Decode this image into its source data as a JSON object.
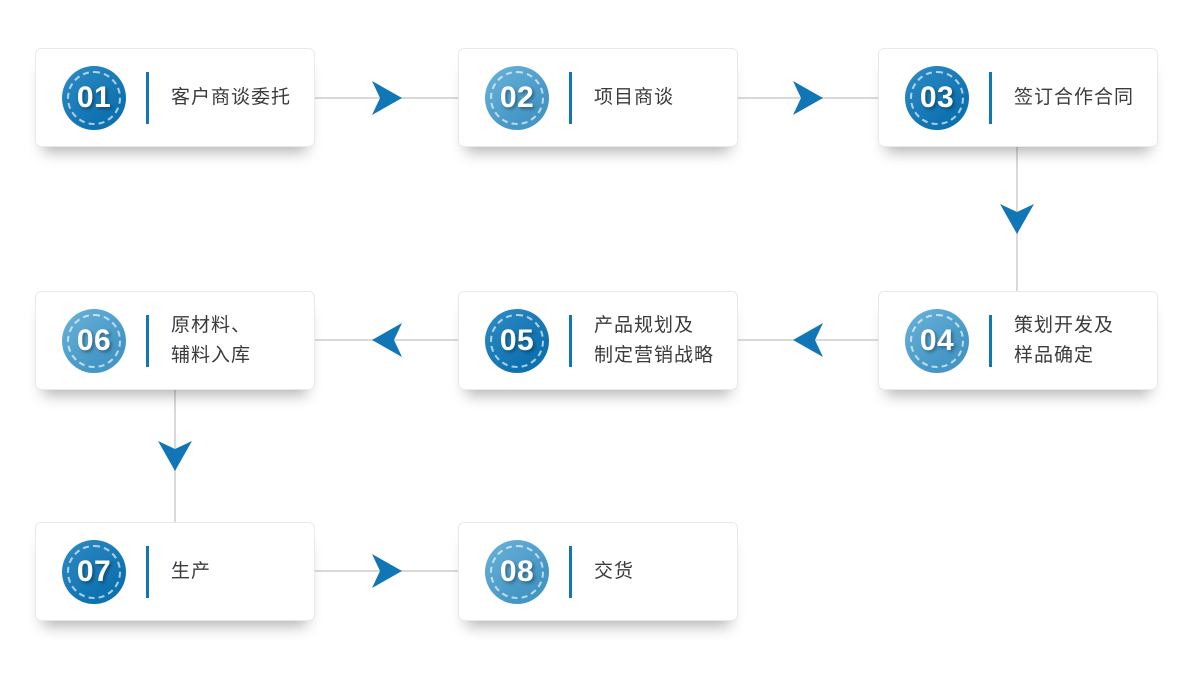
{
  "diagram": {
    "type": "flowchart",
    "steps": [
      {
        "number": "01",
        "lines": [
          "客户商谈委托"
        ]
      },
      {
        "number": "02",
        "lines": [
          "项目商谈"
        ]
      },
      {
        "number": "03",
        "lines": [
          "签订合作合同"
        ]
      },
      {
        "number": "04",
        "lines": [
          "策划开发及",
          "样品确定"
        ]
      },
      {
        "number": "05",
        "lines": [
          "产品规划及",
          "制定营销战略"
        ]
      },
      {
        "number": "06",
        "lines": [
          "原材料、",
          "辅料入库"
        ]
      },
      {
        "number": "07",
        "lines": [
          "生产"
        ]
      },
      {
        "number": "08",
        "lines": [
          "交货"
        ]
      }
    ],
    "connectors": [
      {
        "from": "01",
        "to": "02",
        "direction": "right"
      },
      {
        "from": "02",
        "to": "03",
        "direction": "right"
      },
      {
        "from": "03",
        "to": "04",
        "direction": "down"
      },
      {
        "from": "04",
        "to": "05",
        "direction": "left"
      },
      {
        "from": "05",
        "to": "06",
        "direction": "left"
      },
      {
        "from": "06",
        "to": "07",
        "direction": "down"
      },
      {
        "from": "07",
        "to": "08",
        "direction": "right"
      }
    ],
    "colors": {
      "circle_dark_blue": "#1176b5",
      "circle_light_blue": "#4d9fce",
      "divider_blue": "#1176b5",
      "arrow_blue": "#1176b5",
      "connector_line_gray": "#d9d9d9",
      "card_background": "#ffffff",
      "card_border": "#e9e9e9",
      "text_color": "#3b3b3b",
      "number_color": "#ffffff"
    }
  }
}
